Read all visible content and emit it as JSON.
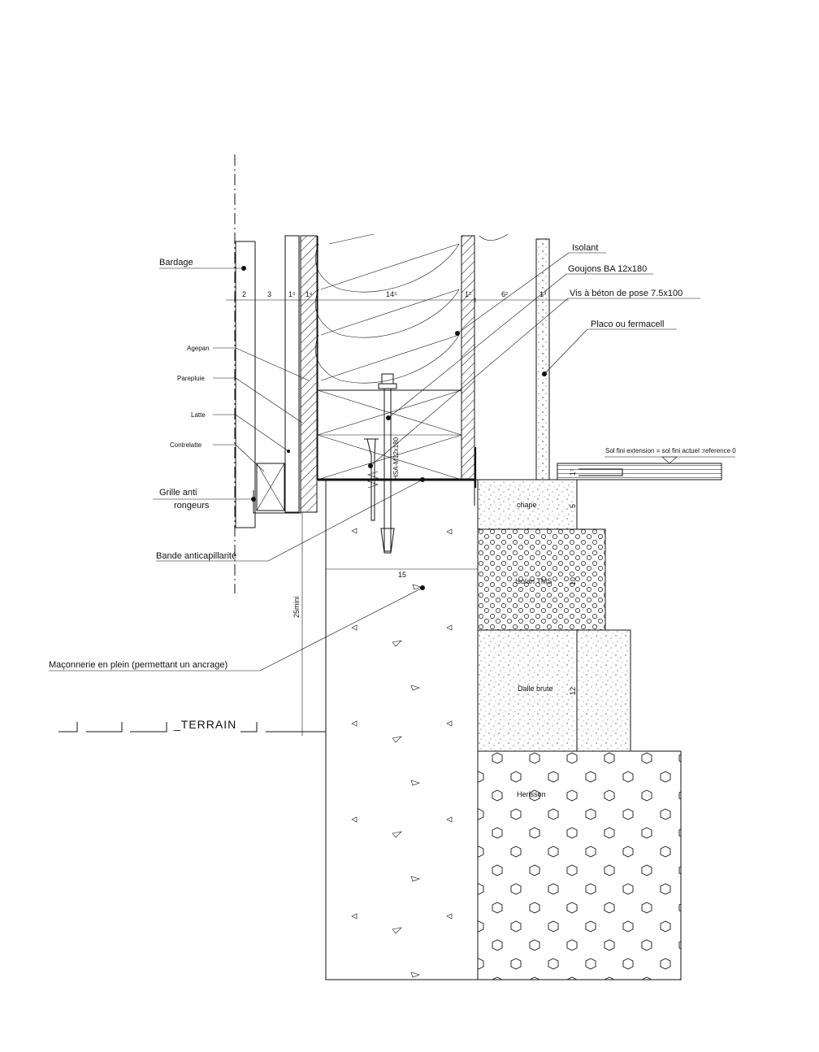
{
  "labels": {
    "bardage": "Bardage",
    "agepan": "Agepan",
    "parepluie": "Parepluie",
    "latte": "Latte",
    "contrelatte": "Contrelatte",
    "grille_line1": "Grille anti",
    "grille_line2": "rongeurs",
    "bande": "Bande anticapillarité",
    "maconnerie": "Maçonnerie en plein (permettant un ancrage)",
    "terrain": "_TERRAIN",
    "isolant": "Isolant",
    "goujons": "Goujons BA 12x180",
    "vis": "Vis à béton de pose 7.5x100",
    "placo": "Placo ou fermacell",
    "sol_fini": "Sol fini extension = sol fini actuel :reference 0",
    "chape": "chape",
    "isolan_tms": "Isolan TMS",
    "dalle_brute": "Dalle brute",
    "herisson": "Herisson",
    "bolt_text": "HSA-M12x180"
  },
  "dimensions": {
    "d2": "2",
    "d3": "3",
    "d1_5a": "1⁵",
    "d1_6": "1⁶",
    "d14_5": "14⁵",
    "d1_2": "1²",
    "d6_2": "6²",
    "d1_3": "1³",
    "d15": "15",
    "d25": "25mini",
    "d5": "5",
    "d10": "10",
    "d12": "12",
    "d1_7": "1⁷"
  },
  "colors": {
    "ink": "#111111",
    "paper": "#ffffff"
  }
}
